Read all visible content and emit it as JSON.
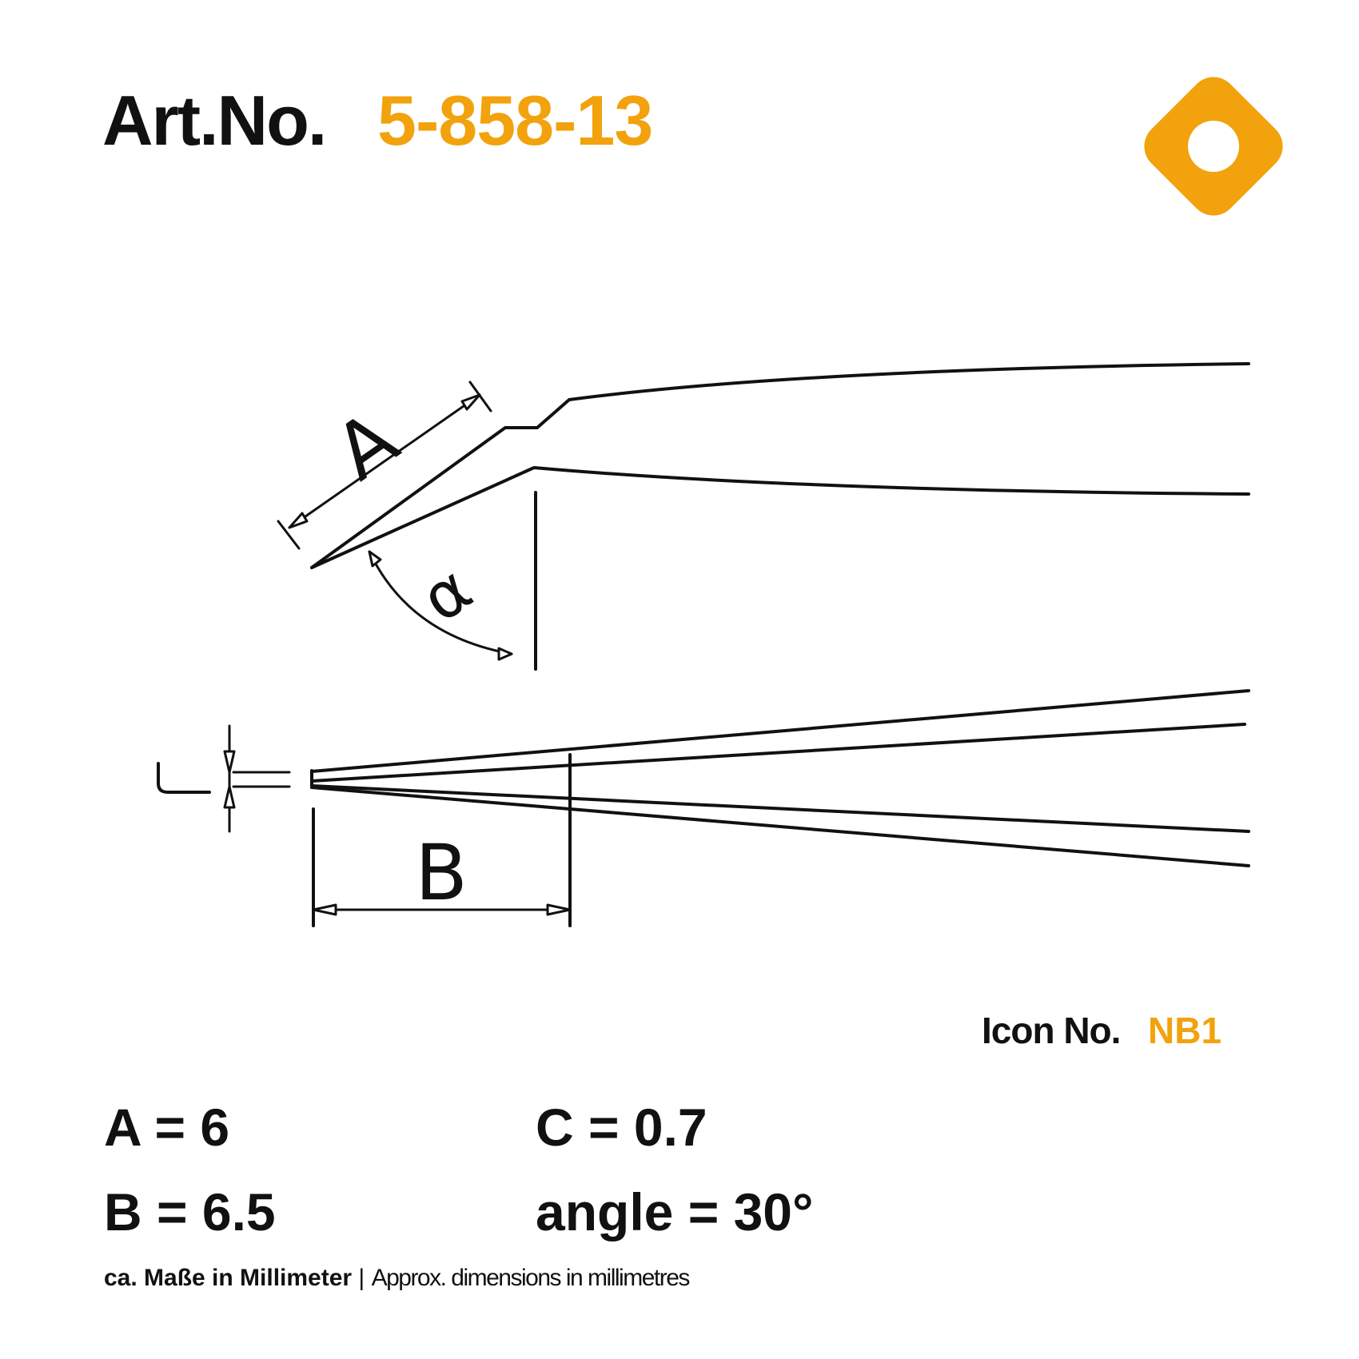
{
  "header": {
    "art_label": "Art.No.",
    "art_number": "5-858-13"
  },
  "logo": {
    "icon": "tip-shape-diamond-icon",
    "color": "#F2A20C"
  },
  "diagram": {
    "label_a": "A",
    "label_b": "B",
    "label_alpha": "α"
  },
  "icon_info": {
    "label": "Icon No.",
    "value": "NB1"
  },
  "dimensions": {
    "a": "A = 6",
    "b": "B = 6.5",
    "c": "C = 0.7",
    "angle": "angle = 30°"
  },
  "footnote": {
    "german": "ca. Maße in Millimeter",
    "separator": " | ",
    "english": "Approx. dimensions in millimetres"
  },
  "colors": {
    "accent": "#F2A20C",
    "ink": "#111111"
  }
}
